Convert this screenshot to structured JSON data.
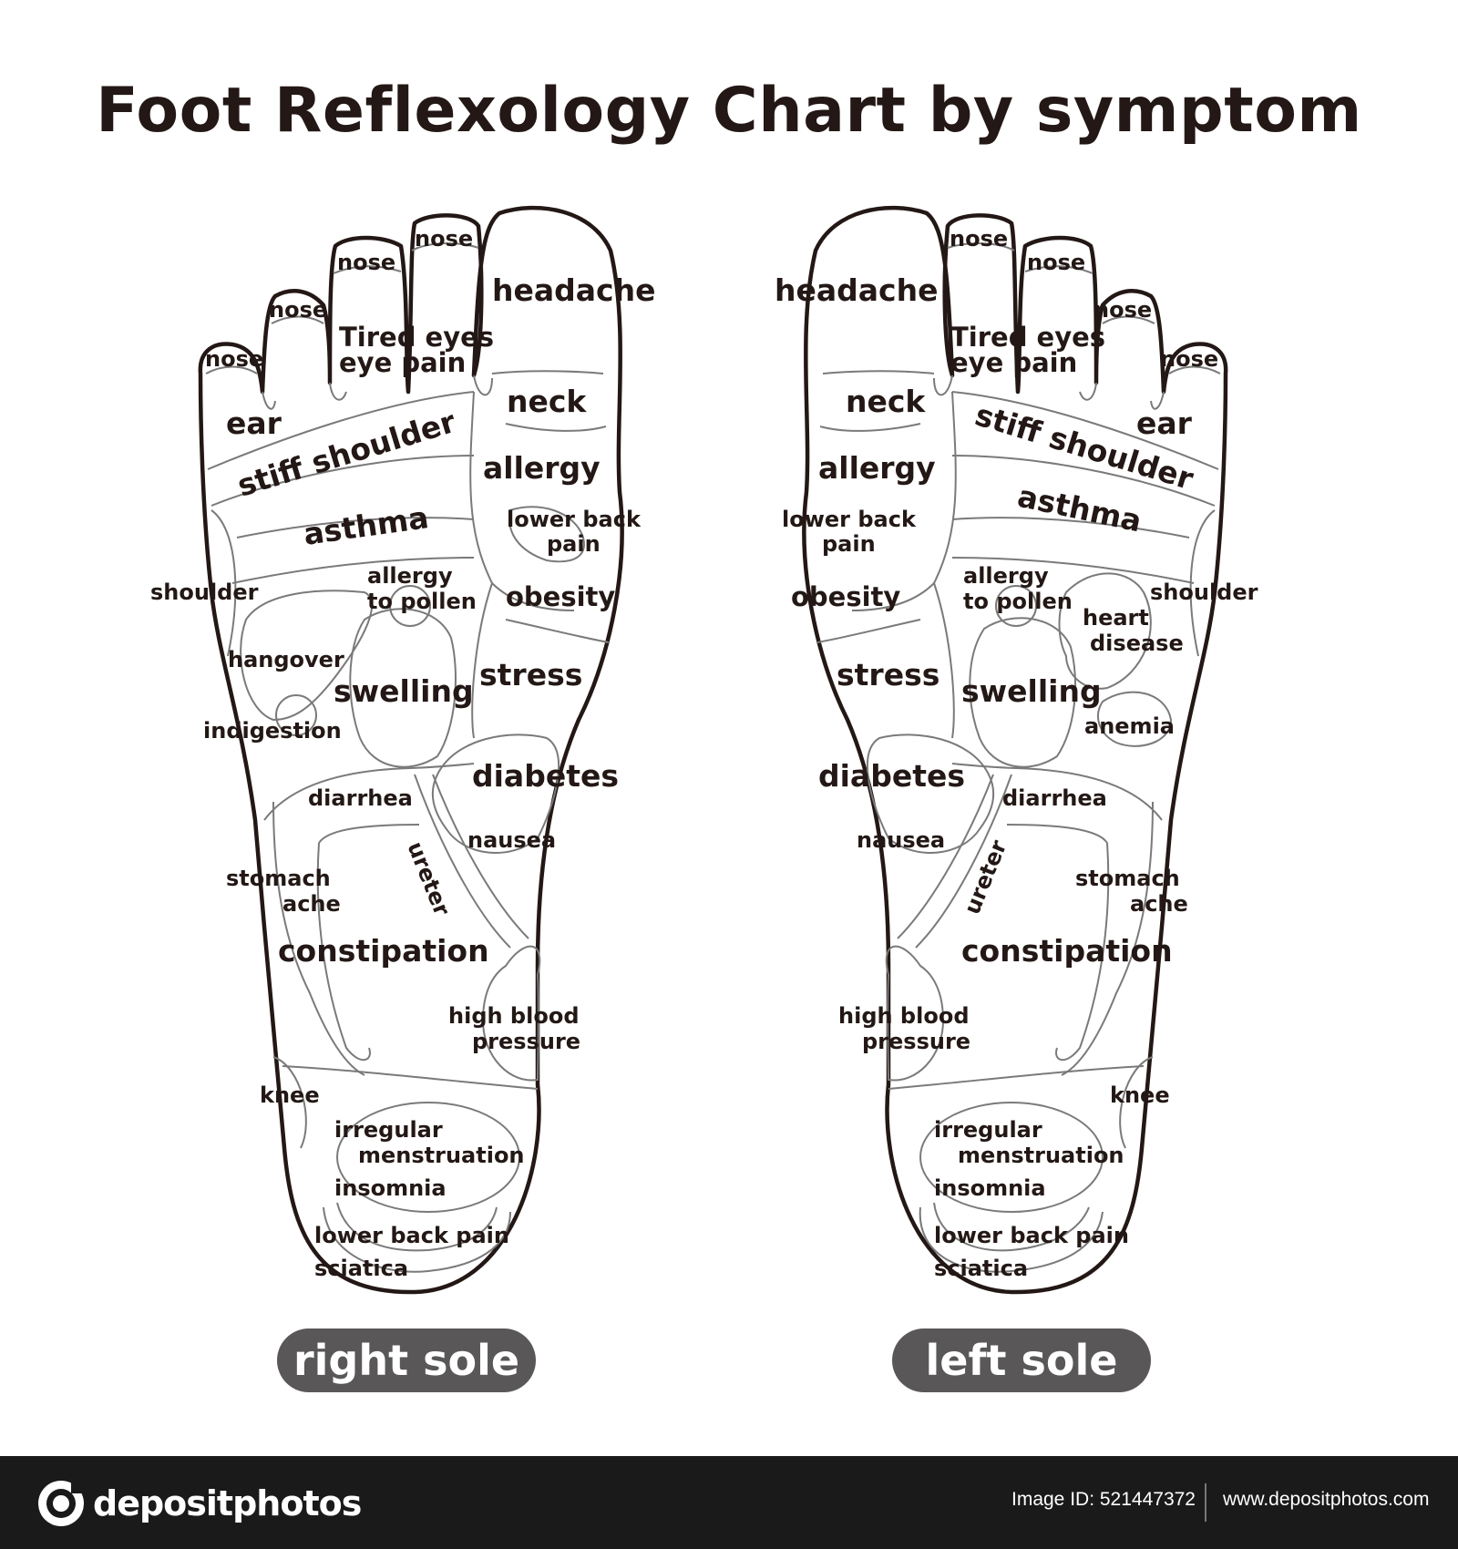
{
  "title": "Foot Reflexology Chart by symptom",
  "colors": {
    "ink": "#231815",
    "zone_line": "#7a7a7a",
    "pill": "#595757",
    "footer": "#1a1a1a"
  },
  "right_sole": {
    "caption": "right sole",
    "labels": {
      "nose1": "nose",
      "nose2": "nose",
      "nose3": "nose",
      "nose4": "nose",
      "headache": "headache",
      "tired_eyes": "Tired eyes",
      "eye_pain": "eye pain",
      "ear": "ear",
      "neck": "neck",
      "stiff_shoulder": "stiff shoulder",
      "allergy": "allergy",
      "asthma": "asthma",
      "lower_back_1": "lower back",
      "lower_back_2": "pain",
      "shoulder": "shoulder",
      "pollen_1": "allergy",
      "pollen_2": "to pollen",
      "obesity": "obesity",
      "hangover": "hangover",
      "swelling": "swelling",
      "stress": "stress",
      "indigestion": "indigestion",
      "diabetes": "diabetes",
      "diarrhea": "diarrhea",
      "nausea": "nausea",
      "ureter": "ureter",
      "stomach_1": "stomach",
      "stomach_2": "ache",
      "constipation": "constipation",
      "hbp_1": "high blood",
      "hbp_2": "pressure",
      "knee": "knee",
      "irregular_1": "irregular",
      "irregular_2": "menstruation",
      "insomnia": "insomnia",
      "lbp_heel": "lower back pain",
      "sciatica": "sciatica"
    }
  },
  "left_sole": {
    "caption": "left sole",
    "labels": {
      "nose1": "nose",
      "nose2": "nose",
      "nose3": "nose",
      "nose4": "nose",
      "headache": "headache",
      "tired_eyes": "Tired eyes",
      "eye_pain": "eye pain",
      "ear": "ear",
      "neck": "neck",
      "stiff_shoulder": "stiff shoulder",
      "allergy": "allergy",
      "asthma": "asthma",
      "lower_back_1": "lower back",
      "lower_back_2": "pain",
      "shoulder": "shoulder",
      "pollen_1": "allergy",
      "pollen_2": "to pollen",
      "obesity": "obesity",
      "heart_1": "heart",
      "heart_2": "disease",
      "swelling": "swelling",
      "stress": "stress",
      "anemia": "anemia",
      "diabetes": "diabetes",
      "diarrhea": "diarrhea",
      "nausea": "nausea",
      "ureter": "ureter",
      "stomach_1": "stomach",
      "stomach_2": "ache",
      "constipation": "constipation",
      "hbp_1": "high blood",
      "hbp_2": "pressure",
      "knee": "knee",
      "irregular_1": "irregular",
      "irregular_2": "menstruation",
      "insomnia": "insomnia",
      "lbp_heel": "lower back pain",
      "sciatica": "sciatica"
    }
  },
  "footer": {
    "logo_text": "depositphotos",
    "image_id": "Image ID: 521447372",
    "site": "www.depositphotos.com"
  }
}
